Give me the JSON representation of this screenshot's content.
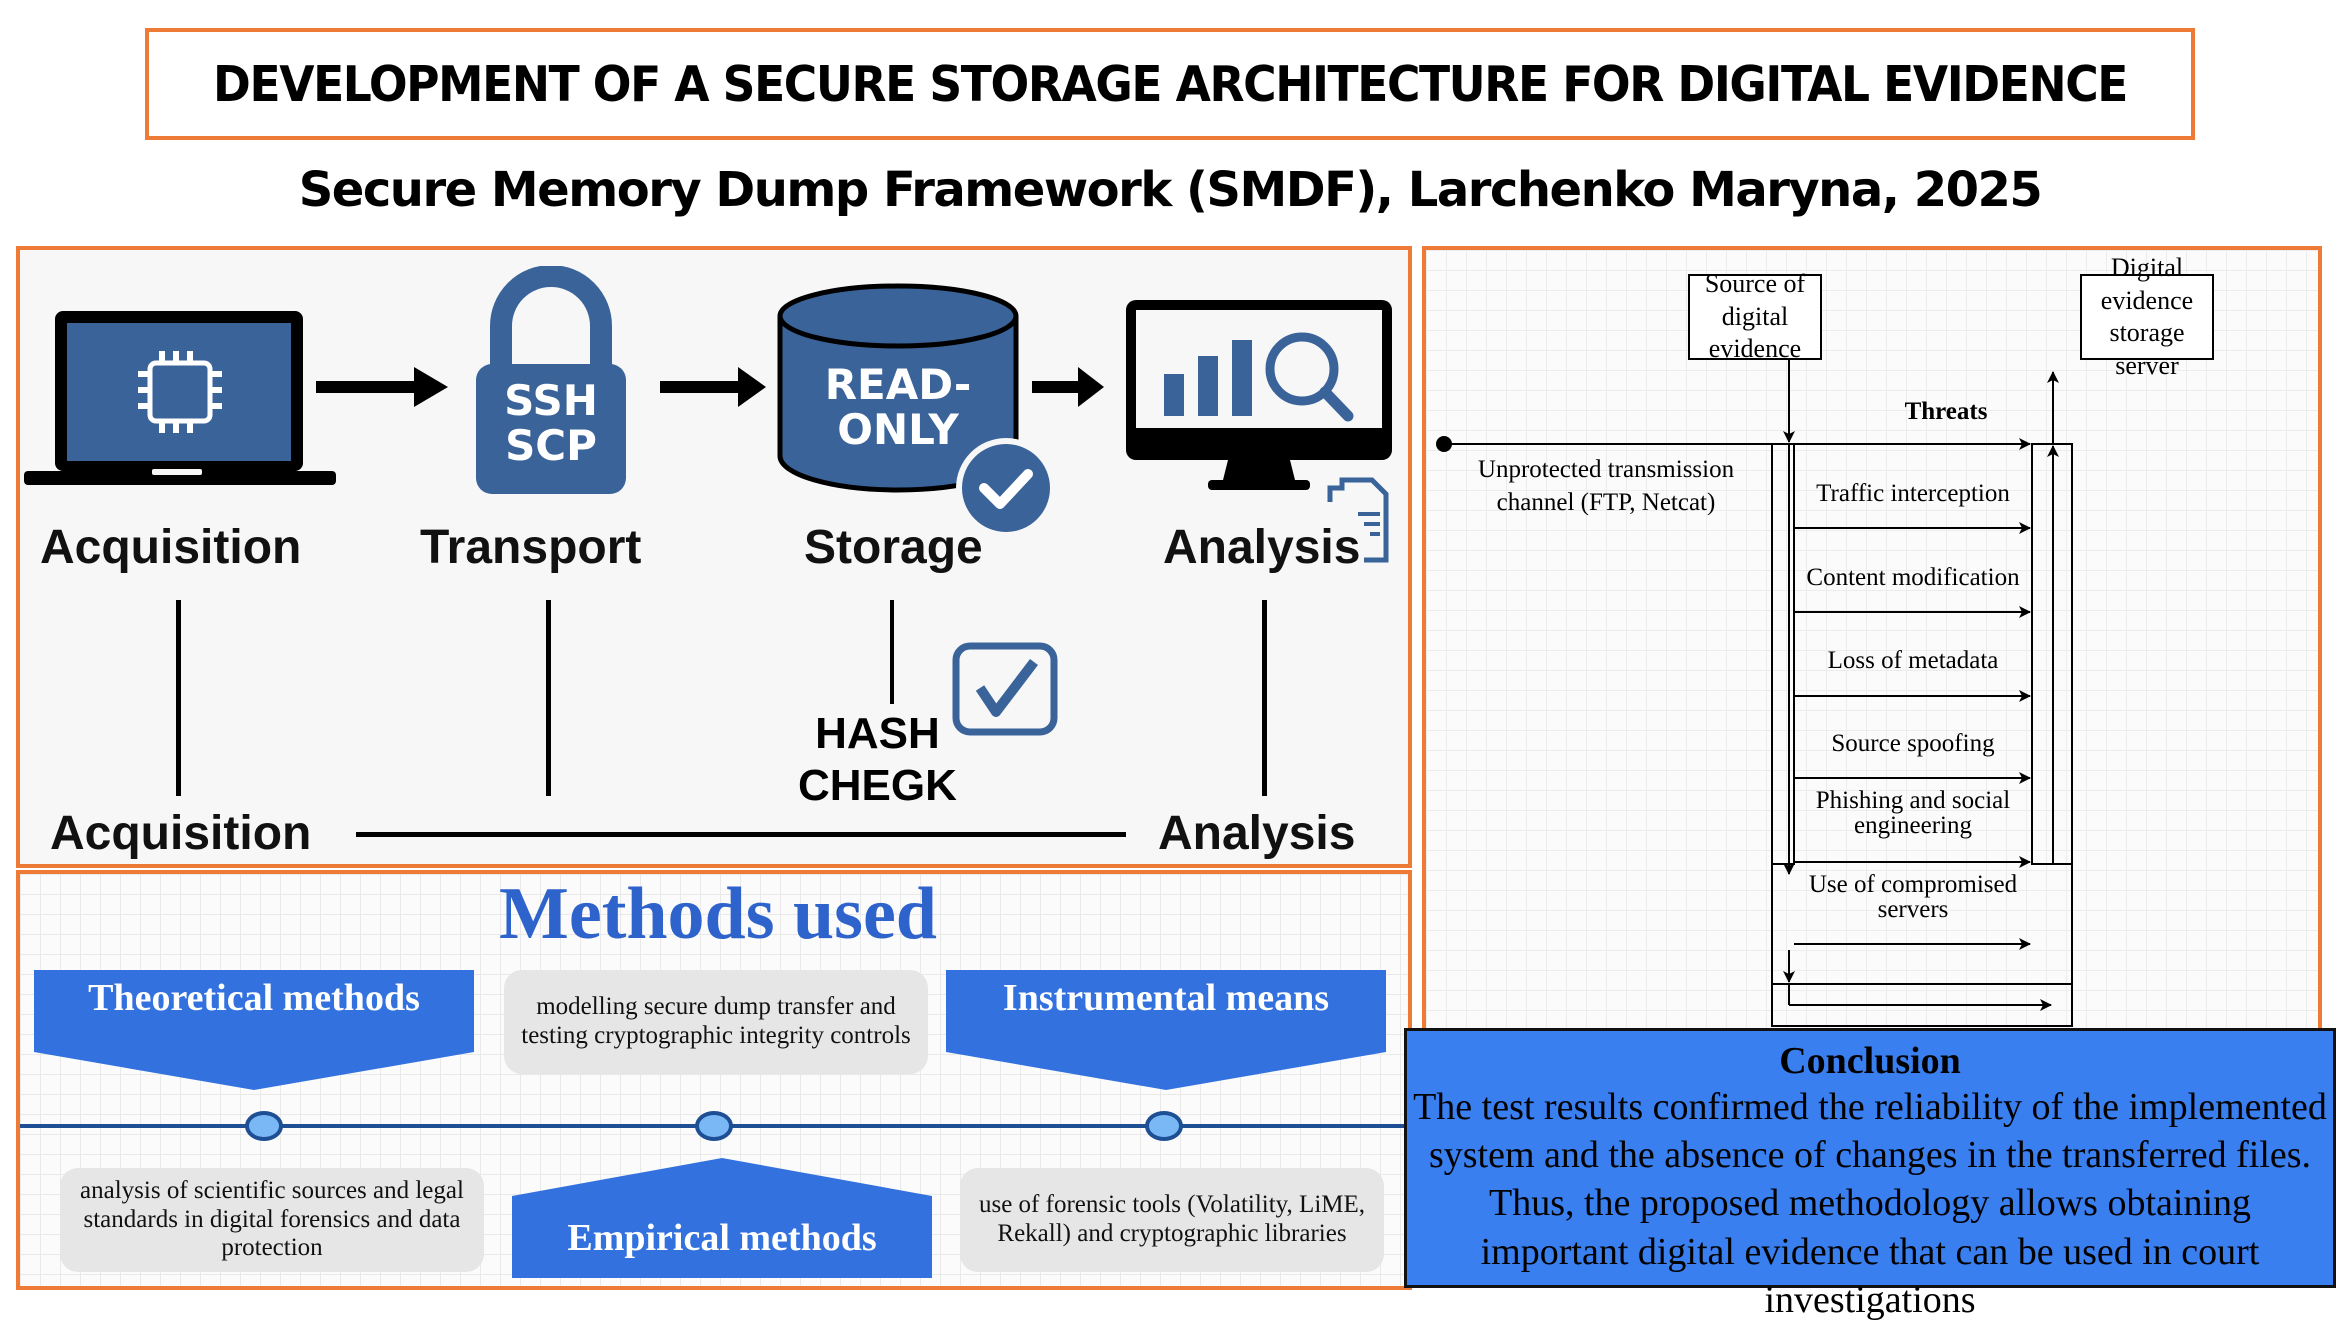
{
  "header": {
    "title": "DEVELOPMENT OF A SECURE STORAGE ARCHITECTURE FOR DIGITAL EVIDENCE",
    "subtitle": "Secure Memory Dump Framework (SMDF), Larchenko Maryna, 2025"
  },
  "pipeline": {
    "stages": [
      {
        "label": "Acquisition",
        "icon": "laptop-chip-icon"
      },
      {
        "label": "Transport",
        "icon": "padlock-icon",
        "icon_text": [
          "SSH",
          "SCP"
        ]
      },
      {
        "label": "Storage",
        "icon": "database-icon",
        "icon_text": [
          "READ-",
          "ONLY"
        ]
      },
      {
        "label": "Analysis",
        "icon": "monitor-analytics-icon"
      }
    ],
    "hash_check": [
      "HASH",
      "CHEGK"
    ],
    "bottom_left_label": "Acquisition",
    "bottom_right_label": "Analysis",
    "colors": {
      "icon_blue": "#3a6399",
      "border_orange": "#ee7b35"
    }
  },
  "methods": {
    "title": "Methods used",
    "theoretical": {
      "label": "Theoretical methods",
      "description": "analysis of scientific sources and legal standards in digital forensics and data protection"
    },
    "empirical": {
      "label": "Empirical methods",
      "description": "modelling secure dump transfer and testing cryptographic integrity controls"
    },
    "instrumental": {
      "label": "Instrumental means",
      "description": "use of forensic tools (Volatility, LiME, Rekall) and cryptographic libraries"
    },
    "colors": {
      "tag_blue": "#3372de",
      "title_blue": "#2f63cc",
      "node_fill": "#7ab8f5",
      "timeline": "#1e4f95"
    }
  },
  "threat_model": {
    "source_box": "Source of digital evidence",
    "server_box": "Digital evidence storage server",
    "threats_heading": "Threats",
    "channel_label": "Unprotected transmission channel (FTP, Netcat)",
    "threats": [
      "Traffic interception",
      "Content modification",
      "Loss of metadata",
      "Source spoofing",
      "Phishing and social engineering",
      "Use of compromised servers"
    ]
  },
  "conclusion": {
    "title": "Conclusion",
    "body": "The test results confirmed the reliability of the implemented system and the absence of changes in the transferred files. Thus, the proposed methodology allows obtaining important digital evidence that can be used in court investigations",
    "background": "#3a7ff0"
  }
}
